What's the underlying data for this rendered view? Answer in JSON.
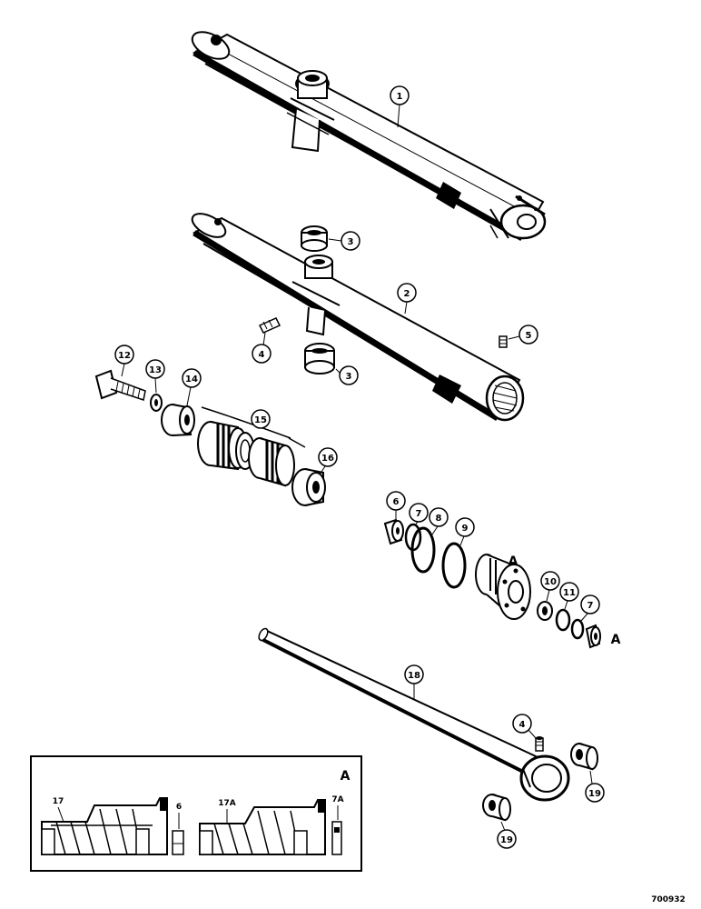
{
  "figure_id": "700932",
  "callouts": {
    "c1": "1",
    "c2": "2",
    "c3a": "3",
    "c3b": "3",
    "c4a": "4",
    "c4b": "4",
    "c5": "5",
    "c6": "6",
    "c7a": "7",
    "c7b": "7",
    "c8": "8",
    "c9": "9",
    "c10": "10",
    "c11": "11",
    "c12": "12",
    "c13": "13",
    "c14": "14",
    "c15": "15",
    "c16": "16",
    "c18": "18",
    "c19a": "19",
    "c19b": "19"
  },
  "ref_marks": {
    "a_piston": "A",
    "a_nut": "A"
  },
  "inset": {
    "ref_letter": "A",
    "label_17": "17",
    "label_6": "6",
    "label_17a": "17A",
    "label_7a": "7A"
  }
}
